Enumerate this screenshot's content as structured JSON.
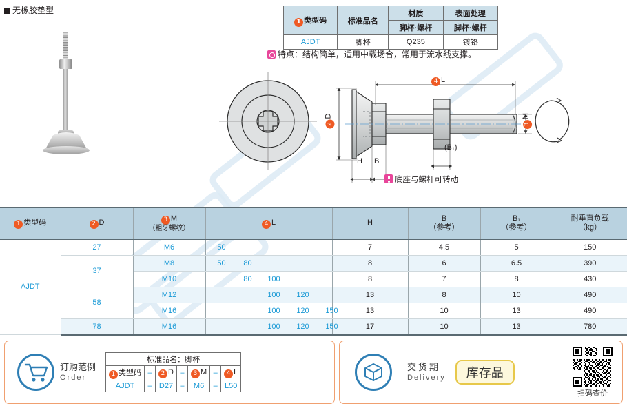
{
  "header": {
    "title": "无橡胶垫型"
  },
  "spec_table": {
    "headers": {
      "type_code": "类型码",
      "standard_name": "标准品名",
      "material": "材质",
      "surface": "表面处理",
      "sub_material": "脚杯·螺杆",
      "sub_surface": "脚杯·螺杆"
    },
    "values": {
      "type_code": "AJDT",
      "standard_name": "脚杯",
      "material": "Q235",
      "surface": "镀铬"
    }
  },
  "feature_note": "特点：结构简单，适用中载场合，常用于流水线支撑。",
  "drawing": {
    "label_D": "D",
    "label_M": "M",
    "label_L": "L",
    "label_H": "H",
    "label_B": "B",
    "label_B1": "(B₁)",
    "rotatable_note": "底座与螺杆可转动"
  },
  "main_table": {
    "headers": {
      "type_code": "类型码",
      "d": "D",
      "m": "M",
      "m_sub": "（粗牙螺纹）",
      "l": "L",
      "h": "H",
      "b": "B",
      "b_sub": "（参考）",
      "b1": "B₁",
      "b1_sub": "（参考）",
      "load": "耐垂直负载",
      "load_sub": "（kg）"
    },
    "type_code": "AJDT",
    "l_slots": [
      "50",
      "80",
      "100",
      "120",
      "150"
    ],
    "rows": [
      {
        "d": "27",
        "d_span": 1,
        "m": "M6",
        "l": [
          "50"
        ],
        "h": "7",
        "b": "4.5",
        "b1": "5",
        "load": "150"
      },
      {
        "d": "37",
        "d_span": 2,
        "m": "M8",
        "l": [
          "50",
          "80"
        ],
        "h": "8",
        "b": "6",
        "b1": "6.5",
        "load": "390"
      },
      {
        "d": null,
        "d_span": 0,
        "m": "M10",
        "l": [
          "80",
          "100"
        ],
        "h": "8",
        "b": "7",
        "b1": "8",
        "load": "430"
      },
      {
        "d": "58",
        "d_span": 2,
        "m": "M12",
        "l": [
          "100",
          "120"
        ],
        "h": "13",
        "b": "8",
        "b1": "10",
        "load": "490"
      },
      {
        "d": null,
        "d_span": 0,
        "m": "M16",
        "l": [
          "100",
          "120",
          "150"
        ],
        "h": "13",
        "b": "10",
        "b1": "13",
        "load": "490"
      },
      {
        "d": "78",
        "d_span": 1,
        "m": "M16",
        "l": [
          "100",
          "120",
          "150"
        ],
        "h": "17",
        "b": "10",
        "b1": "13",
        "load": "780"
      }
    ]
  },
  "order_panel": {
    "label_cn": "订购范例",
    "label_en": "Order",
    "product_title": "标准品名：脚杯",
    "headers": {
      "type_code": "类型码",
      "d": "D",
      "m": "M",
      "l": "L"
    },
    "separator": "–",
    "values": {
      "type_code": "AJDT",
      "d": "D27",
      "m": "M6",
      "l": "L50"
    }
  },
  "delivery_panel": {
    "label_cn": "交货期",
    "label_en": "Delivery",
    "stock_badge": "库存品",
    "qr_caption": "扫码查价"
  },
  "colors": {
    "accent_orange": "#ef5a24",
    "blue_text": "#1b9ad6",
    "header_blue": "#b9d2e0",
    "row_alt": "#eaf4fa",
    "panel_border": "#f0a070",
    "pink": "#e8469a"
  }
}
